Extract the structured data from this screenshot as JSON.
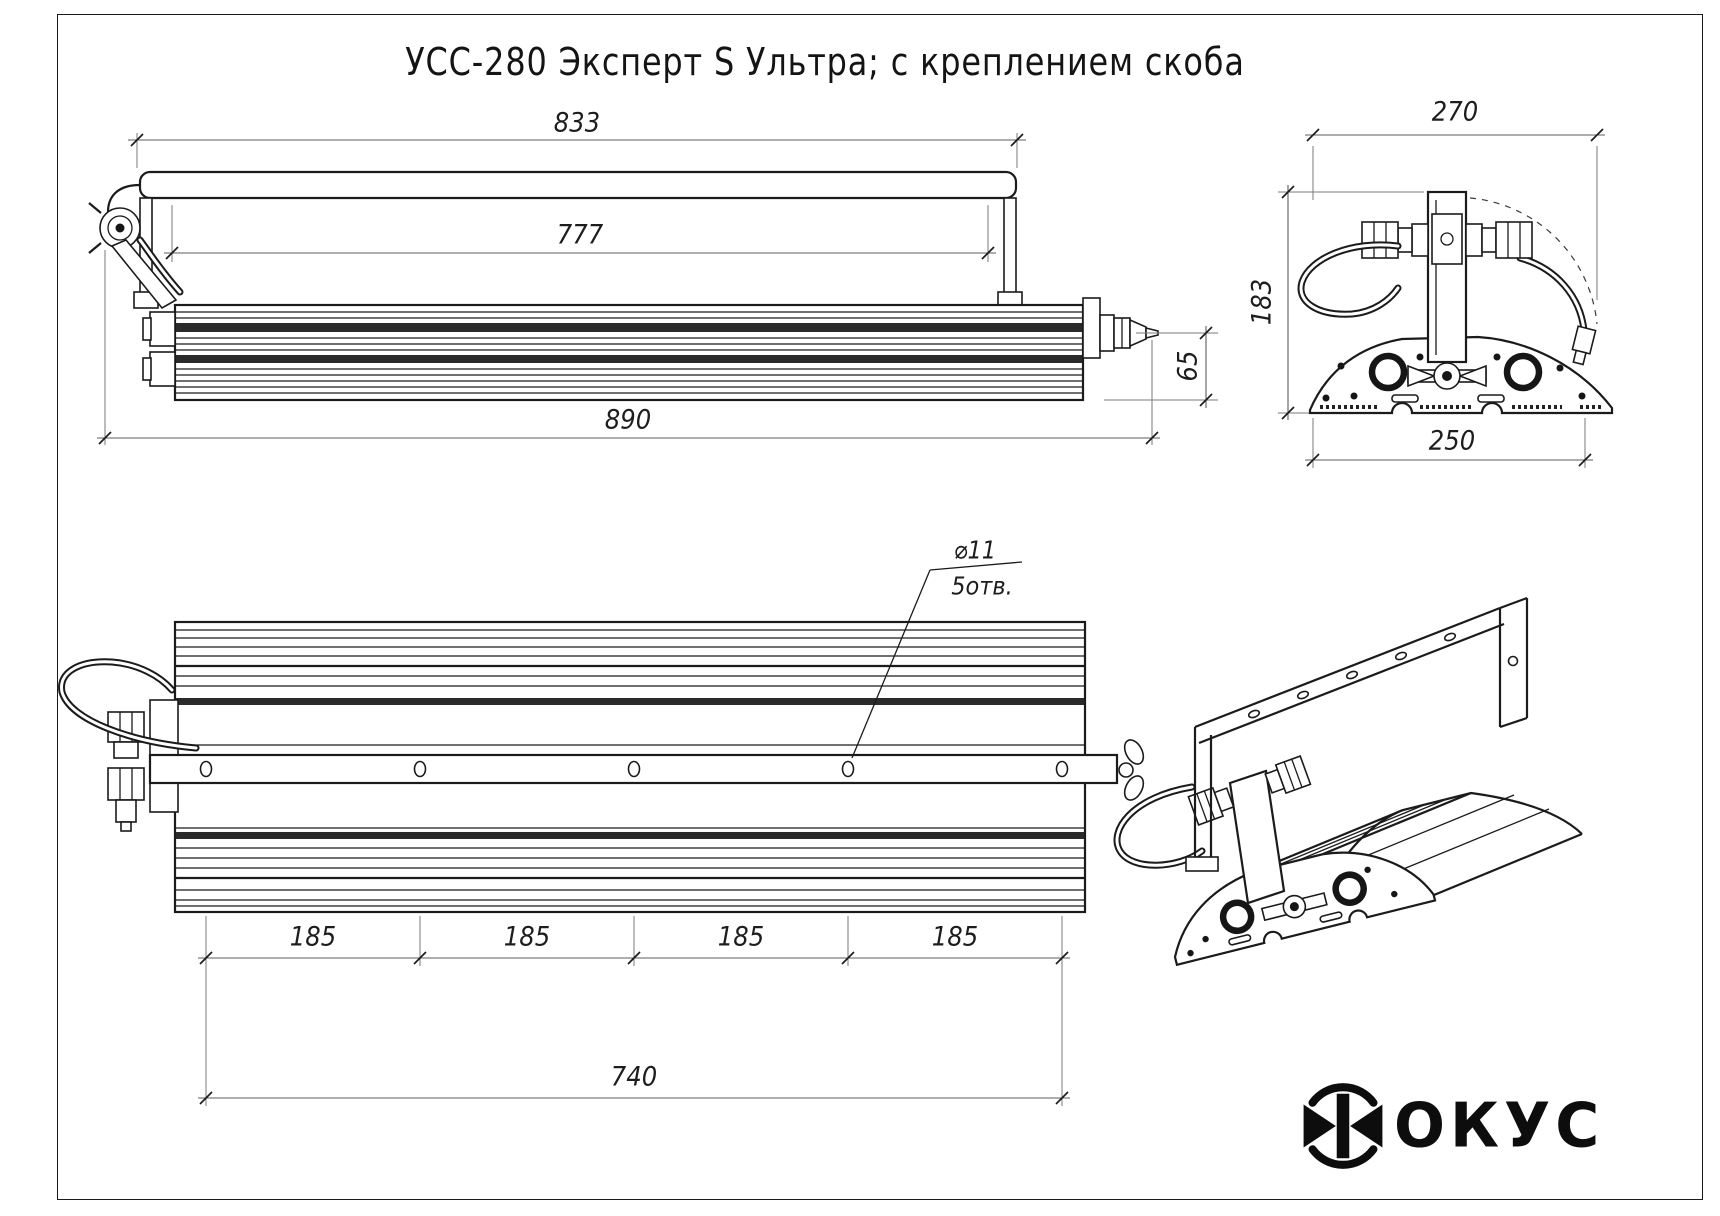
{
  "title": "УСС-280 Эксперт S Ультра; с креплением скоба",
  "views": {
    "side": {
      "dims": {
        "bracket_width": "833",
        "mount_span": "777",
        "overall_length": "890",
        "body_height": "65"
      }
    },
    "end": {
      "dims": {
        "overall_width": "270",
        "overall_height": "183",
        "body_width": "250"
      }
    },
    "plan": {
      "hole_callout": {
        "diameter": "⌀11",
        "count": "5отв."
      },
      "dims": {
        "hole_spacing": [
          "185",
          "185",
          "185",
          "185"
        ],
        "hole_span": "740"
      }
    }
  },
  "logo": {
    "word": "ОКУС",
    "icon": "focus-zh-icon"
  },
  "colors": {
    "line": "#1b1b1b",
    "dim_text": "#1d1d1d",
    "background": "#ffffff"
  }
}
